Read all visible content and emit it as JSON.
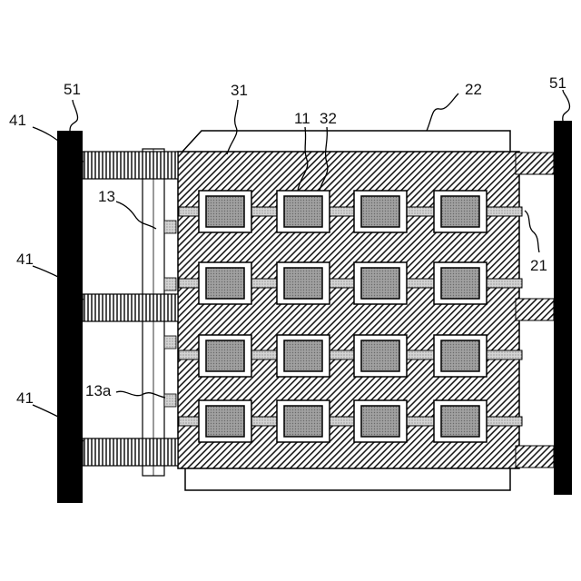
{
  "figure": {
    "labels": {
      "bus_left": "51",
      "bus_right": "51",
      "lead_top": "41",
      "lead_mid": "41",
      "lead_bottom": "41",
      "layer_31": "31",
      "element_11": "11",
      "element_32": "32",
      "sheet_22": "22",
      "strip_13": "13",
      "bump_13a": "13a",
      "line_21": "21"
    },
    "grid": {
      "rows": 4,
      "cols": 4
    },
    "colors": {
      "bus": "#000000",
      "hatch": "#3a3a3a",
      "pad": "#9a9a9a",
      "line": "#c8c8c8"
    }
  }
}
